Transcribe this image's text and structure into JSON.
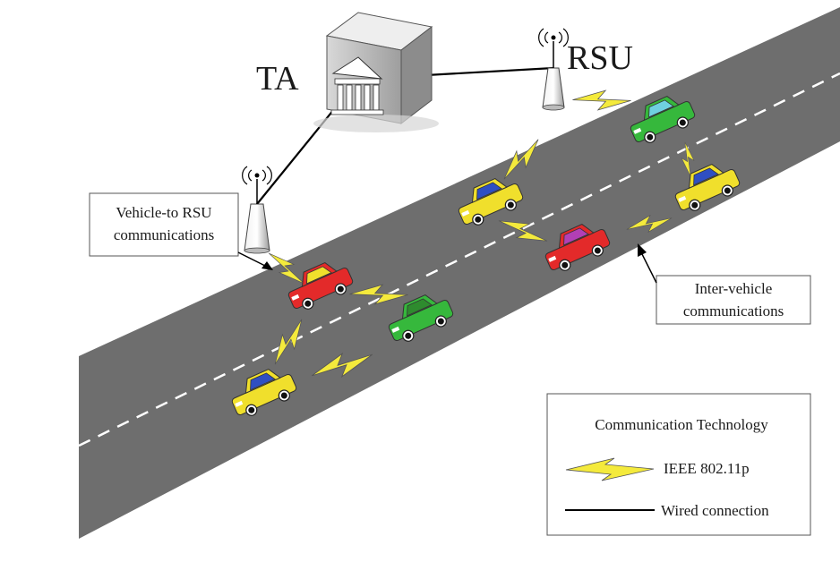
{
  "labels": {
    "ta": "TA",
    "rsu": "RSU"
  },
  "callouts": {
    "v2rsu": [
      "Vehicle-to RSU",
      "communications"
    ],
    "inter": [
      "Inter-vehicle",
      "communications"
    ]
  },
  "legend": {
    "title": "Communication Technology",
    "items": [
      {
        "label": "IEEE 802.11p",
        "icon": "lightning-bolt-icon"
      },
      {
        "label": "Wired connection",
        "icon": "solid-line-icon"
      }
    ]
  },
  "icons": {
    "building": "ta-building-icon",
    "tower": "antenna-tower-icon",
    "car": "car-icon"
  },
  "colors": {
    "road": "#6e6e6e",
    "lane": "#ffffff",
    "bolt": "#f4ea3c",
    "car_yellow": "#f0df2c",
    "car_red": "#e32a2a",
    "car_green": "#36b83c",
    "wire": "#000000"
  }
}
